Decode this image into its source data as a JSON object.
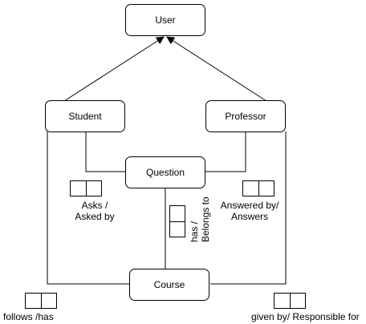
{
  "nodes": {
    "user": "User",
    "student": "Student",
    "professor": "Professor",
    "question": "Question",
    "course": "Course"
  },
  "labels": {
    "asks_line1": "Asks /",
    "asks_line2": "Asked by",
    "answered_line1": "Answered by/",
    "answered_line2": "Answers",
    "has_line1": "has /",
    "has_line2": "Belongs to",
    "follows": "follows /has",
    "given_by": "given by/ Responsible for"
  },
  "colors": {
    "stroke": "#000000",
    "fill": "#ffffff"
  }
}
